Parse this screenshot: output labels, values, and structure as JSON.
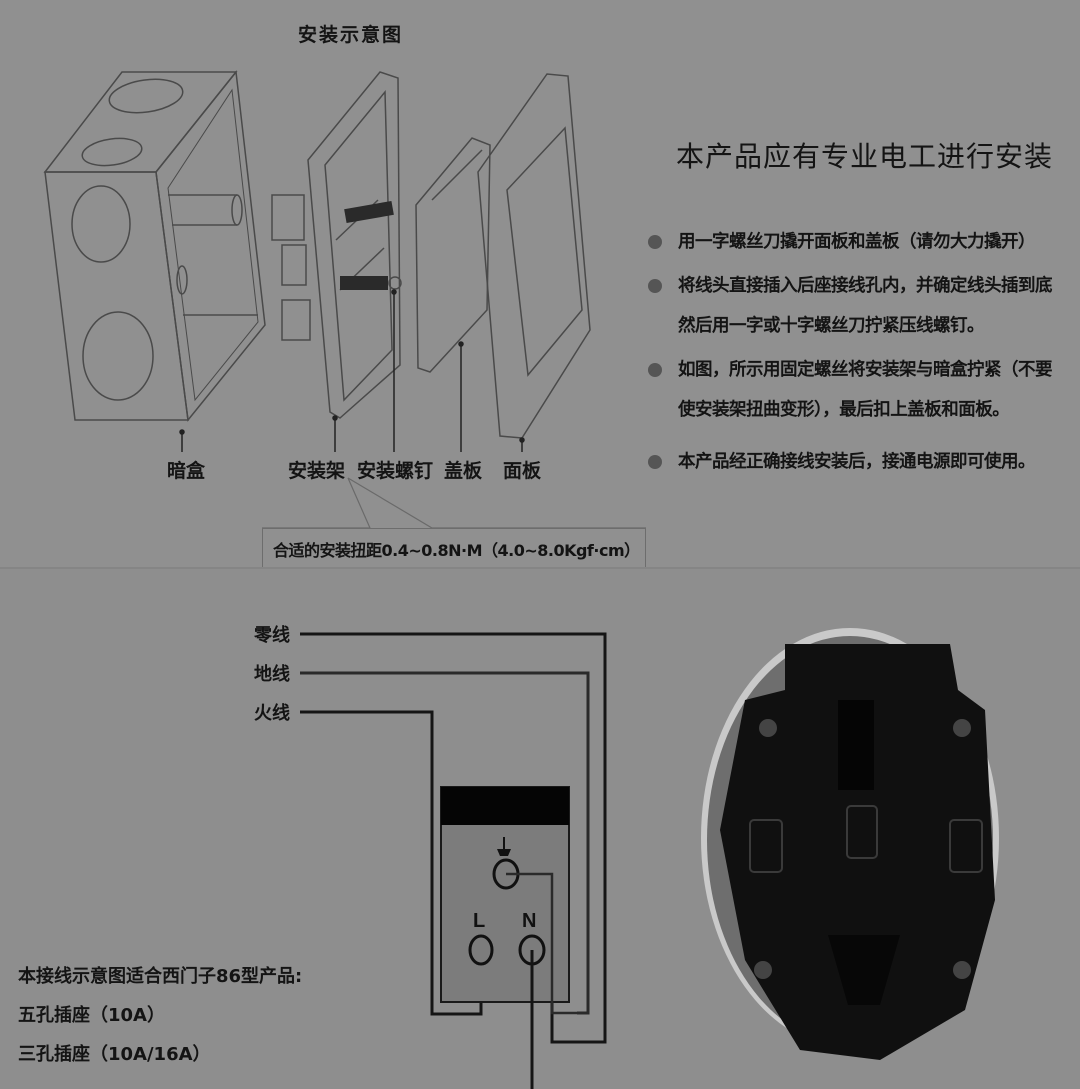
{
  "installation": {
    "title": "安装示意图",
    "headline": "本产品应有专业电工进行安装",
    "steps": [
      {
        "lines": [
          "用一字螺丝刀撬开面板和盖板（请勿大力撬开）"
        ]
      },
      {
        "lines": [
          "将线头直接插入后座接线孔内，并确定线头插到底",
          "然后用一字或十字螺丝刀拧紧压线螺钉。"
        ]
      },
      {
        "lines": [
          "如图，所示用固定螺丝将安装架与暗盒拧紧（不要",
          "使安装架扭曲变形），最后扣上盖板和面板。"
        ]
      },
      {
        "lines": [
          "本产品经正确接线安装后，接通电源即可使用。"
        ]
      }
    ],
    "parts": {
      "back_box": "暗盒",
      "mounting_frame": "安装架",
      "mounting_screw": "安装螺钉",
      "cover_plate": "盖板",
      "face_panel": "面板"
    },
    "torque_note": "合适的安装扭距0.4~0.8N·M（4.0~8.0Kgf·cm）"
  },
  "wiring": {
    "wires": {
      "neutral": "零线",
      "earth": "地线",
      "live": "火线"
    },
    "terminals": {
      "live": "L",
      "neutral": "N",
      "earth_symbol": "⏚"
    },
    "note": {
      "line1": "本接线示意图适合西门子86型产品:",
      "line2": "五孔插座（10A）",
      "line3": "三孔插座（10A/16A）"
    }
  },
  "colors": {
    "background": "#8f8f8f",
    "line": "#1a1a1a",
    "bullet": "#555555",
    "socket_photo": "#111111"
  }
}
